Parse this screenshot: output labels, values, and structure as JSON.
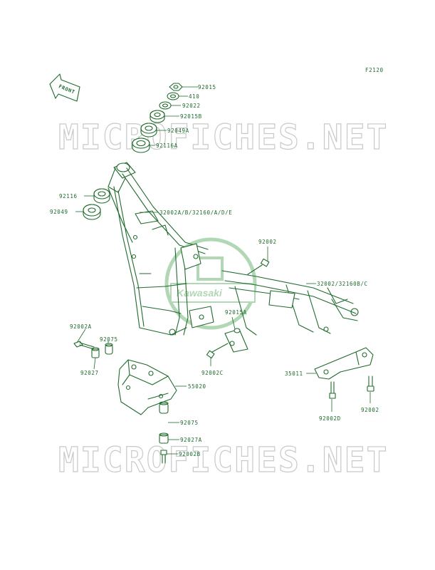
{
  "diagram": {
    "code": "F2120",
    "front_label": "FRONT",
    "watermark_text": "MICROFICHES.NET",
    "logo_text": "Kawasaki",
    "colors": {
      "line": "#1f6b2c",
      "watermark": "#c9c9c9",
      "logo": "#a9d3ad"
    }
  },
  "parts": [
    {
      "id": "92015",
      "label": "92015"
    },
    {
      "id": "410",
      "label": "410"
    },
    {
      "id": "92022",
      "label": "92022"
    },
    {
      "id": "92015B",
      "label": "92015B"
    },
    {
      "id": "92049A",
      "label": "92049A"
    },
    {
      "id": "92116A",
      "label": "92116A"
    },
    {
      "id": "92116",
      "label": "92116"
    },
    {
      "id": "92049",
      "label": "92049"
    },
    {
      "id": "32002A",
      "label": "32002A/B/32160/A/D/E"
    },
    {
      "id": "92002",
      "label": "92002"
    },
    {
      "id": "32002",
      "label": "32002/32160B/C"
    },
    {
      "id": "92015A",
      "label": "92015A"
    },
    {
      "id": "92002A",
      "label": "92002A"
    },
    {
      "id": "92075a",
      "label": "92075"
    },
    {
      "id": "92027",
      "label": "92027"
    },
    {
      "id": "55020",
      "label": "55020"
    },
    {
      "id": "92002C",
      "label": "92002C"
    },
    {
      "id": "35011",
      "label": "35011"
    },
    {
      "id": "92002D",
      "label": "92002D"
    },
    {
      "id": "92002b",
      "label": "92002"
    },
    {
      "id": "92075b",
      "label": "92075"
    },
    {
      "id": "92027A",
      "label": "92027A"
    },
    {
      "id": "92002B",
      "label": "92002B"
    }
  ]
}
